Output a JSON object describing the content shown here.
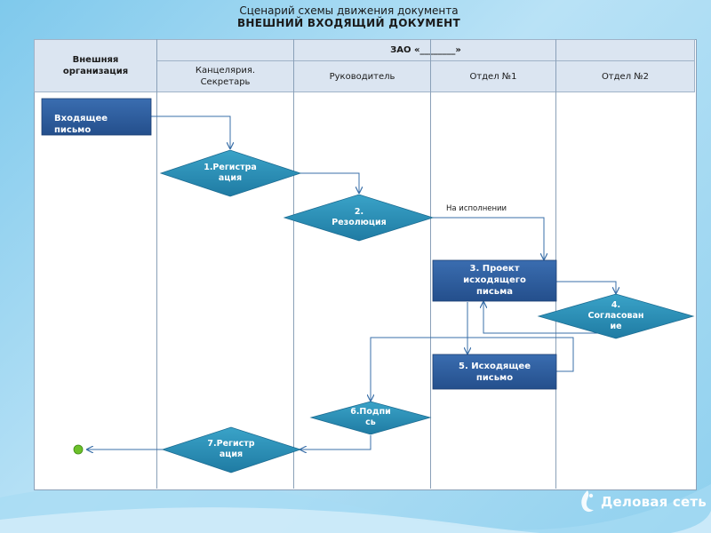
{
  "title": {
    "line1": "Сценарий схемы движения документа",
    "line2": "ВНЕШНИЙ ВХОДЯЩИЙ ДОКУМЕНТ"
  },
  "headers": {
    "external": "Внешняя\nорганизация",
    "company": "ЗАО «________»",
    "lanes": [
      "Канцелярия.\nСекретарь",
      "Руководитель",
      "Отдел №1",
      "Отдел №2"
    ]
  },
  "nodes": {
    "incoming": "Входящее\nписьмо",
    "registration1": "1.Регистра\nация",
    "resolution": "2.\nРезолюция",
    "draft": "3. Проект\nисходящего\nписьма",
    "approval": "4.\nСогласован\nие",
    "outgoing": "5. Исходящее\nписьмо",
    "signing": "6.Подпи\nсь",
    "registration7": "7.Регистр\nация"
  },
  "edge_labels": {
    "execution": "На исполнении"
  },
  "brand": "Деловая сеть",
  "colors": {
    "rect_fill": "#2e5c9e",
    "diamond_fill": "#2a8db1",
    "connector": "#3a6fa8",
    "header_fill": "#dbe5f1",
    "end_dot": "#6cc02a"
  }
}
